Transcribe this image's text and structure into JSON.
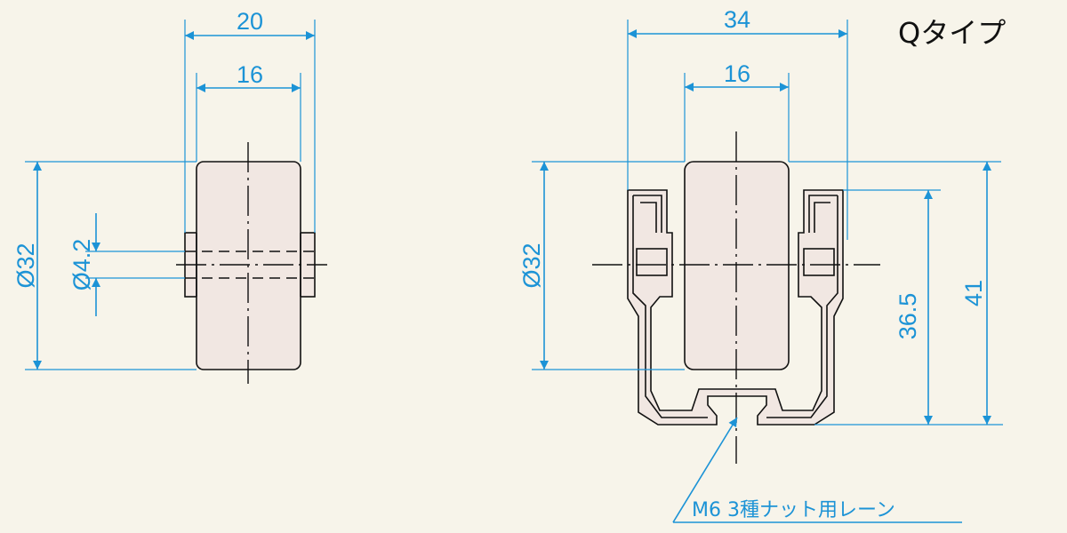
{
  "title": "Qタイプ",
  "side_view": {
    "width_overall": "20",
    "width_wheel": "16",
    "diameter_wheel": "Ø32",
    "diameter_shaft": "Ø4.2"
  },
  "front_view": {
    "width_overall": "34",
    "width_wheel": "16",
    "diameter_wheel": "Ø32",
    "height_axle": "36.5",
    "height_overall": "41"
  },
  "callout": "M6  3種ナット用レーン",
  "colors": {
    "dimension": "#1c93d6",
    "part_fill": "#f1e7e2",
    "background": "#f7f4ea",
    "outline": "#111111"
  }
}
